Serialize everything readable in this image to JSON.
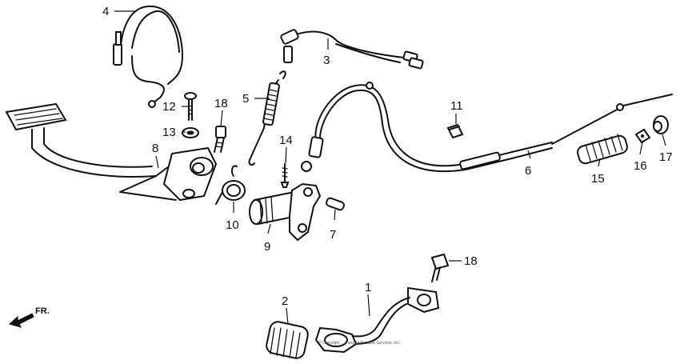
{
  "callouts": {
    "c1": "1",
    "c2": "2",
    "c3": "3",
    "c4": "4",
    "c5": "5",
    "c6": "6",
    "c7": "7",
    "c8": "8",
    "c9": "9",
    "c10": "10",
    "c11": "11",
    "c12": "12",
    "c13": "13",
    "c14": "14",
    "c15": "15",
    "c16": "16",
    "c17": "17",
    "c18a": "18",
    "c18b": "18"
  },
  "front_indicator": "FR.",
  "copyright": "© Copyright ... Partzilla Network Services, Inc."
}
